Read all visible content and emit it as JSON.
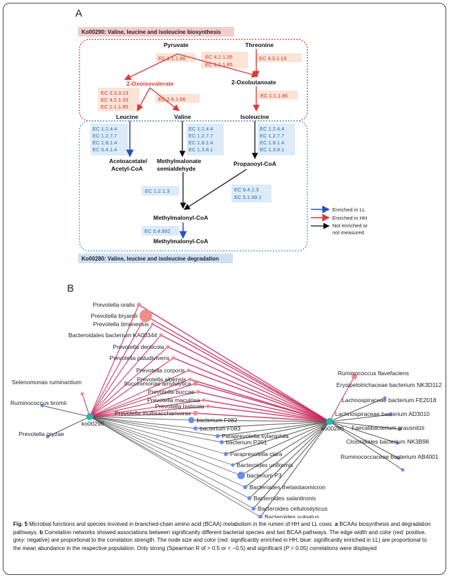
{
  "panelA": {
    "label": "A",
    "biosynthesis_title": "Ko00290: Valine, leucine and isoleucine biosynthesis",
    "degradation_title": "Ko00280: Valine, leucine and isoleucine degradation",
    "nodes": {
      "pyruvate": "Pyruvate",
      "threonine": "Threonine",
      "oxoisovalerate": "2-Oxoisovalerate",
      "oxobutanoate": "2-Oxobutanoate",
      "leucine": "Leucine",
      "valine": "Valine",
      "isoleucine": "Isoleucine",
      "acetoacetate_1": "Acetoacetate/",
      "acetoacetate_2": "Acetyl-CoA",
      "methylmalonate_1": "Methylmalonate",
      "methylmalonate_2": "semialdehyde",
      "propanoyl": "Propanoyl-CoA",
      "methylmalonyl_1": "Methylmalonyl-CoA",
      "methylmalonyl_2": "Methylmalonyl-CoA"
    },
    "ec": {
      "pyr_oxo": "EC 1.1.1.86",
      "pyr_mid": [
        "EC 4.2.1.35",
        "EC 1.1.1.85"
      ],
      "thr": "EC 4.3.1.19",
      "oxo_leu": [
        "EC 2.3.3.13",
        "EC 4.2.1.33",
        "EC 1.1.1.85"
      ],
      "oxo_val": "EC 2.6.1.66",
      "oxob_ile": "EC 1.1.1.86",
      "leu_deg": [
        "EC 1.2.4.4",
        "EC 1.2.7.7",
        "EC 1.8.1.4",
        "EC 6.4.1.4"
      ],
      "val_deg": [
        "EC 1.2.4.4",
        "EC 1.2.7.7",
        "EC 1.8.1.4",
        "EC 1.3.8.1"
      ],
      "ile_deg": [
        "EC 1.2.4.4",
        "EC 1.2.7.7",
        "EC 1.8.1.4",
        "EC 1.3.8.1"
      ],
      "mma": "EC 1.2.1.3",
      "prop": [
        "EC 6.4.1.3",
        "EC 5.1.99.1"
      ],
      "mmc": "EC 5.4.992"
    },
    "legend": {
      "ll": "Enriched in LL",
      "hh": "Enriched in HH",
      "none_1": "Not enriched or",
      "none_2": "not measured"
    },
    "colors": {
      "ll": "#2a52be",
      "hh": "#d93a3a",
      "neutral": "#111111"
    }
  },
  "panelB": {
    "label": "B",
    "hubs": [
      "ko00290",
      "ko00280"
    ],
    "left_species": [
      {
        "name": "Selenomonas ruminantium",
        "group": "HH"
      },
      {
        "name": "Ruminococcus bromii",
        "group": "LL"
      },
      {
        "name": "Prevotella oryzae",
        "group": "LL"
      }
    ],
    "middle_species": [
      {
        "name": "Prevotella oralis",
        "group": "HH"
      },
      {
        "name": "Prevotella bryantii",
        "group": "HH"
      },
      {
        "name": "Prevotella timonensis",
        "group": "HH"
      },
      {
        "name": "Bacteroidales bacterium KA00344",
        "group": "HH"
      },
      {
        "name": "Prevotella denticola",
        "group": "HH"
      },
      {
        "name": "Prevotella paludivivens",
        "group": "HH"
      },
      {
        "name": "Prevotella corporis",
        "group": "HH"
      },
      {
        "name": "Prevotella albensis",
        "group": "HH"
      },
      {
        "name": "Succinimonas amylolytica",
        "group": "HH"
      },
      {
        "name": "Prevotella buccae",
        "group": "HH"
      },
      {
        "name": "Prevotella maculosa",
        "group": "HH"
      },
      {
        "name": "Prevotella histicola",
        "group": "HH"
      },
      {
        "name": "Prevotella multisaccharivorax",
        "group": "HH"
      },
      {
        "name": "bacterium F082",
        "group": "LL"
      },
      {
        "name": "bacterium F083",
        "group": "LL"
      },
      {
        "name": "Paraprevotella xylaniphila",
        "group": "LL"
      },
      {
        "name": "bacterium P201",
        "group": "LL"
      },
      {
        "name": "Paraprevotella clara",
        "group": "LL"
      },
      {
        "name": "Bacteroides uniformis",
        "group": "LL"
      },
      {
        "name": "bacterium P3",
        "group": "LL"
      },
      {
        "name": "Bacteroides thetaiotaomicron",
        "group": "LL"
      },
      {
        "name": "Bacteroides salanitronis",
        "group": "LL"
      },
      {
        "name": "Bacteroides cellulosilyticus",
        "group": "LL"
      },
      {
        "name": "Bacteroides vulgatus",
        "group": "LL"
      }
    ],
    "right_species": [
      {
        "name": "Ruminococcus flavefaciens",
        "group": "HH"
      },
      {
        "name": "Erysipelotrichaceae bacterium NK3D112",
        "group": "LL"
      },
      {
        "name": "Lachnospiraceae bacterium FE2018",
        "group": "LL"
      },
      {
        "name": "Lachnospiraceae bacterium AD3010",
        "group": "LL"
      },
      {
        "name": "Faecalibacterium prausnitzii",
        "group": "LL"
      },
      {
        "name": "Clostridiales bacterium NK3B98",
        "group": "LL"
      },
      {
        "name": "Ruminococcaceae bacterium AB4001",
        "group": "LL"
      }
    ],
    "colors": {
      "positive_edge": "#c8285a",
      "negative_edge": "#555555",
      "hh_node": "#f28b8b",
      "ll_node": "#6a8ee8",
      "hub": "#22b8b0"
    }
  },
  "caption": {
    "fig": "Fig. 5",
    "t1": " Microbial functions and species involved in branched-chain amino acid (BCAA) metabolism in the rumen of HH and LL cows. ",
    "a": "a",
    "t2": " BCAAs biosynthesis and degradation pathways. ",
    "b": "b",
    "t3": " Correlation networks showed associations between significantly different bacterial species and two BCAA pathways. The edge width and color (red: positive, grey: negative) are proportional to the correlation strength. The node size and color (red: significantly enriched in HH; blue: significantly enriched in LL) are proportional to the mean abundance in the respective population. Only strong (Spearman R of > 0.5 or < −0.5) and significant (",
    "p": "P",
    "t4": " < 0.05) correlations were displayed"
  }
}
